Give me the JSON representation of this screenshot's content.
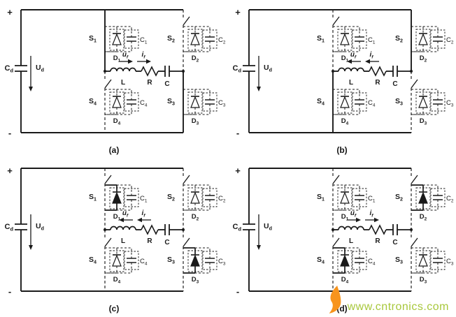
{
  "figure": {
    "ink": "#1a1a1a",
    "terminal_plus": "+",
    "terminal_minus": "-",
    "source": {
      "cap_main": "C",
      "cap_sub": "d",
      "volt_main": "U",
      "volt_sub": "d"
    },
    "load": {
      "inductor": "L",
      "resistor": "R",
      "capacitor": "C",
      "voltage_main": "u",
      "voltage_sub": "f",
      "current_main": "i",
      "current_sub": "f"
    },
    "bridge_cells": [
      {
        "pos": "TL",
        "switch": "S",
        "switch_sub": "1",
        "diode": "D",
        "diode_sub": "1",
        "cap": "C",
        "cap_sub": "1"
      },
      {
        "pos": "TR",
        "switch": "S",
        "switch_sub": "2",
        "diode": "D",
        "diode_sub": "2",
        "cap": "C",
        "cap_sub": "2"
      },
      {
        "pos": "BR",
        "switch": "S",
        "switch_sub": "3",
        "diode": "D",
        "diode_sub": "3",
        "cap": "C",
        "cap_sub": "3"
      },
      {
        "pos": "BL",
        "switch": "S",
        "switch_sub": "4",
        "diode": "D",
        "diode_sub": "4",
        "cap": "C",
        "cap_sub": "4"
      }
    ],
    "panels": [
      {
        "caption": "(a)",
        "current_dir": "right",
        "switches_on": [
          "1",
          "3"
        ],
        "diodes_on": []
      },
      {
        "caption": "(b)",
        "current_dir": "left",
        "switches_on": [
          "2",
          "4"
        ],
        "diodes_on": []
      },
      {
        "caption": "(c)",
        "current_dir": "left",
        "switches_on": [],
        "diodes_on": [
          "1",
          "3"
        ]
      },
      {
        "caption": "(d)",
        "current_dir": "right",
        "switches_on": [],
        "diodes_on": [
          "2",
          "4"
        ]
      }
    ]
  },
  "watermark": {
    "text": "www.cntronics.com",
    "text_color": "#a8c83c",
    "flame_color": "#f7941d"
  }
}
